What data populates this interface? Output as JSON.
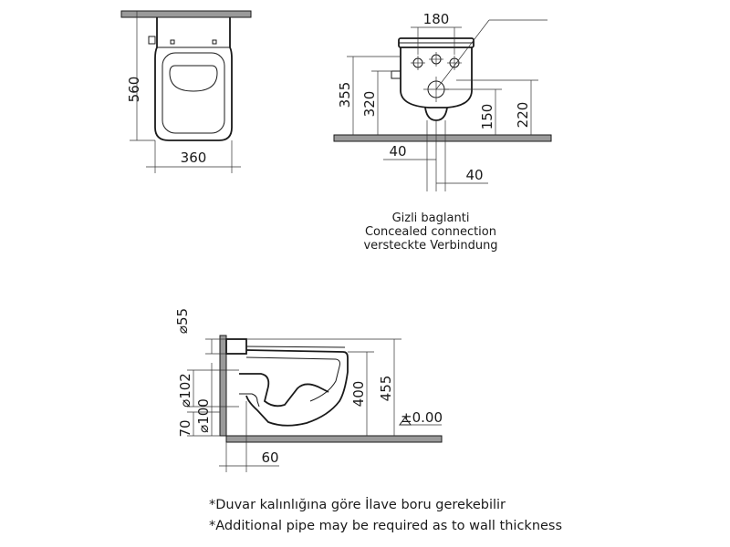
{
  "top_view": {
    "width_label": "360",
    "depth_label": "560"
  },
  "front_view": {
    "width_label": "180",
    "height_355": "355",
    "height_320": "320",
    "height_150": "150",
    "height_220": "220",
    "offset_left": "40",
    "offset_right": "40"
  },
  "connection_caption": {
    "tr": "Gizli baglanti",
    "en": "Concealed connection",
    "de": "versteckte Verbindung"
  },
  "side_view": {
    "inlet_diameter": "⌀55",
    "outlet_diameter": "⌀102",
    "outlet_diameter_2": "⌀100",
    "height_70": "70",
    "height_400": "400",
    "height_455": "455",
    "floor_level": "±0.00",
    "wall_offset": "60"
  },
  "notes": {
    "tr": "*Duvar kalınlığına göre İlave boru gerekebilir",
    "en": "*Additional pipe may be required as to wall thickness"
  }
}
